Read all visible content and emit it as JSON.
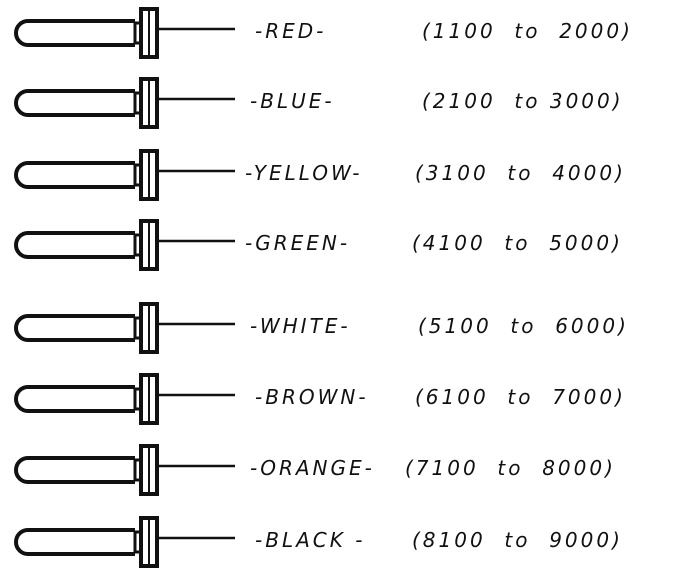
{
  "items": [
    {
      "color": "-RED-",
      "range": "(1100  to  2000)"
    },
    {
      "color": "-BLUE-",
      "range": "(2100  to 3000)"
    },
    {
      "color": "-YELLOW-",
      "range": "(3100  to  4000)"
    },
    {
      "color": "-GREEN-",
      "range": "(4100  to  5000)"
    },
    {
      "color": "-WHITE-",
      "range": "(5100  to  6000)"
    },
    {
      "color": "-BROWN-",
      "range": "(6100  to  7000)"
    },
    {
      "color": "-ORANGE-",
      "range": "(7100  to  8000)"
    },
    {
      "color": "-BLACK -",
      "range": "(8100  to  9000)"
    }
  ]
}
